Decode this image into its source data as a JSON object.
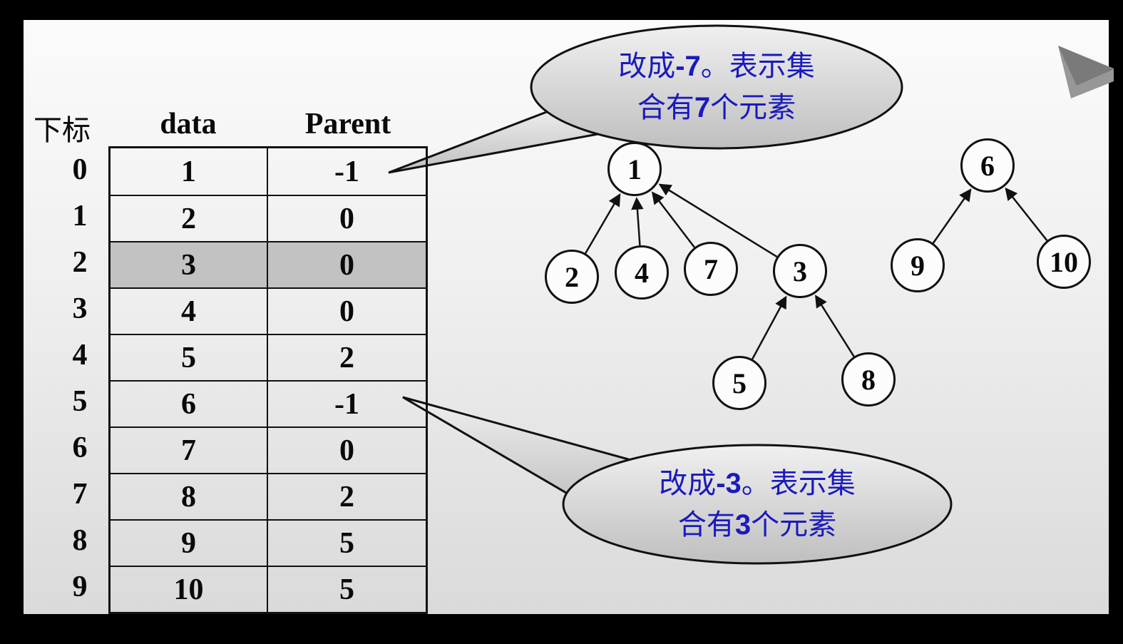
{
  "table": {
    "col_index_header": "下标",
    "col_data_header": "data",
    "col_parent_header": "Parent",
    "rows": [
      {
        "index": "0",
        "data": "1",
        "parent": "-1",
        "highlighted": false
      },
      {
        "index": "1",
        "data": "2",
        "parent": "0",
        "highlighted": false
      },
      {
        "index": "2",
        "data": "3",
        "parent": "0",
        "highlighted": true
      },
      {
        "index": "3",
        "data": "4",
        "parent": "0",
        "highlighted": false
      },
      {
        "index": "4",
        "data": "5",
        "parent": "2",
        "highlighted": false
      },
      {
        "index": "5",
        "data": "6",
        "parent": "-1",
        "highlighted": false
      },
      {
        "index": "6",
        "data": "7",
        "parent": "0",
        "highlighted": false
      },
      {
        "index": "7",
        "data": "8",
        "parent": "2",
        "highlighted": false
      },
      {
        "index": "8",
        "data": "9",
        "parent": "5",
        "highlighted": false
      },
      {
        "index": "9",
        "data": "10",
        "parent": "5",
        "highlighted": false
      }
    ]
  },
  "callouts": {
    "text_color": "#1a1abd",
    "top": {
      "line1": [
        {
          "t": "改成",
          "b": false
        },
        {
          "t": "-7",
          "b": true
        },
        {
          "t": "。表示集",
          "b": false
        }
      ],
      "line2": [
        {
          "t": "合有",
          "b": false
        },
        {
          "t": "7",
          "b": true
        },
        {
          "t": "个元素",
          "b": false
        }
      ]
    },
    "bottom": {
      "line1": [
        {
          "t": "改成",
          "b": false
        },
        {
          "t": "-3",
          "b": true
        },
        {
          "t": "。表示集",
          "b": false
        }
      ],
      "line2": [
        {
          "t": "合有",
          "b": false
        },
        {
          "t": "3",
          "b": true
        },
        {
          "t": "个元素",
          "b": false
        }
      ]
    }
  },
  "forest": {
    "trees": [
      {
        "nodes": [
          {
            "label": "1"
          },
          {
            "label": "2"
          },
          {
            "label": "4"
          },
          {
            "label": "7"
          },
          {
            "label": "3"
          },
          {
            "label": "5"
          },
          {
            "label": "8"
          }
        ],
        "edges": [
          [
            "2",
            "1"
          ],
          [
            "4",
            "1"
          ],
          [
            "7",
            "1"
          ],
          [
            "3",
            "1"
          ],
          [
            "5",
            "3"
          ],
          [
            "8",
            "3"
          ]
        ]
      },
      {
        "nodes": [
          {
            "label": "6"
          },
          {
            "label": "9"
          },
          {
            "label": "10"
          }
        ],
        "edges": [
          [
            "9",
            "6"
          ],
          [
            "10",
            "6"
          ]
        ]
      }
    ]
  },
  "colors": {
    "highlight_row": "#c2c2c2",
    "bubble_fill_light": "#f0f0f0",
    "bubble_fill_dark": "#c2c2c2",
    "callout_text": "#1a1abd"
  }
}
